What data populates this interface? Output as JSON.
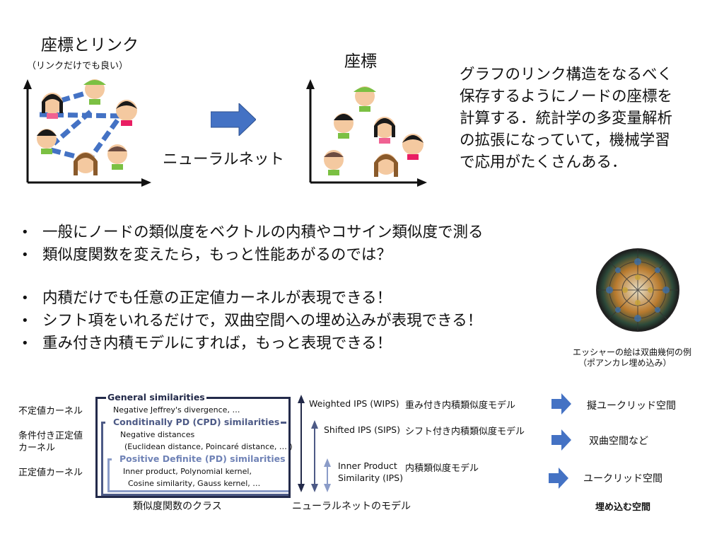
{
  "top": {
    "left_title": "座標とリンク",
    "left_subtitle": "（リンクだけでも良い）",
    "right_title": "座標",
    "arrow_label": "ニューラルネット",
    "description": [
      "グラフのリンク構造をなるべく",
      "保存するようにノードの座標を",
      "計算する．統計学の多変量解析",
      "の拡張になっていて，機械学習",
      "で応用がたくさんある．"
    ]
  },
  "bullets": [
    "一般にノードの類似度をベクトルの内積やコサイン類似度で測る",
    "類似度関数を変えたら，もっと性能あがるのでは？",
    "内積だけでも任意の正定値カーネルが表現できる！",
    "シフト項をいれるだけで，双曲空間への埋め込みが表現できる！",
    "重み付き内積モデルにすれば，もっと表現できる！"
  ],
  "bullet_symbol": "•",
  "escher": {
    "caption_line1": "エッシャーの絵は双曲幾何の例",
    "caption_line2": "（ポアンカレ埋め込み）"
  },
  "classes": {
    "left_labels": [
      "不定値カーネル",
      "条件付き正定値",
      "カーネル",
      "正定値カーネル"
    ],
    "general_title": "General similarities",
    "general_desc": "Negative Jeffrey's divergence, …",
    "cpd_title": "Conditinally PD (CPD) similarities",
    "cpd_desc1": "Negative distances",
    "cpd_desc2": "(Euclidean distance, Poincaré distance, … )",
    "pd_title": "Positive Definite (PD) similarities",
    "pd_desc1": "Inner product, Polynomial kernel,",
    "pd_desc2": "Cosine similarity, Gauss kernel, …",
    "caption": "類似度関数のクラス",
    "colors": {
      "general": "#232a4a",
      "cpd": "#4d5a86",
      "pd": "#8b9cc8"
    }
  },
  "models": {
    "wips": "Weighted IPS (WIPS)",
    "wips_ja": "重み付き内積類似度モデル",
    "sips": "Shifted IPS (SIPS)",
    "sips_ja": "シフト付き内積類似度モデル",
    "ips1": "Inner Product",
    "ips2": "Similarity (IPS)",
    "ips_ja": "内積類似度モデル",
    "caption": "ニューラルネットのモデル"
  },
  "spaces": {
    "items": [
      "擬ユークリッド空間",
      "双曲空間など",
      "ユークリッド空間"
    ],
    "caption": "埋め込む空間",
    "arrow_color": "#4472c4"
  }
}
